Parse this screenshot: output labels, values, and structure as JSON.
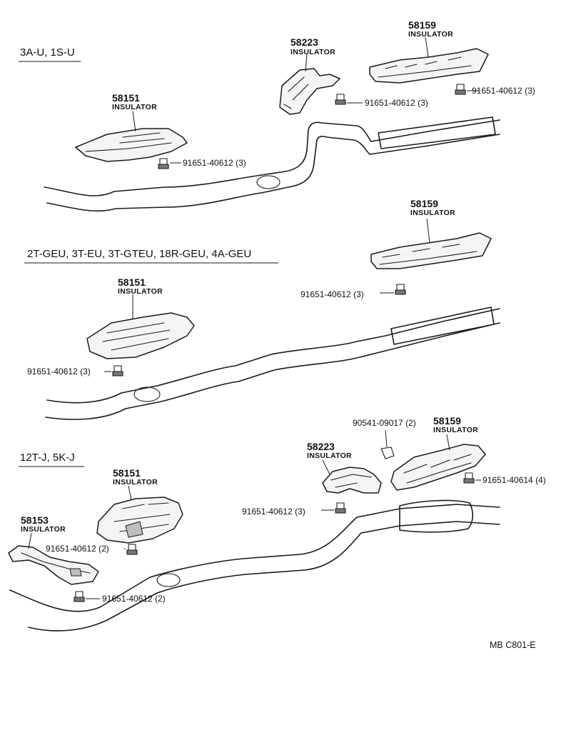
{
  "sections": {
    "s1": {
      "title": "3A-U, 1S-U"
    },
    "s2": {
      "title": "2T-GEU, 3T-EU, 3T-GTEU, 18R-GEU, 4A-GEU"
    },
    "s3": {
      "title": "12T-J, 5K-J"
    }
  },
  "parts": {
    "p1_58223": {
      "number": "58223",
      "name": "INSULATOR"
    },
    "p1_58159": {
      "number": "58159",
      "name": "INSULATOR"
    },
    "p1_58151": {
      "number": "58151",
      "name": "INSULATOR"
    },
    "p2_58159": {
      "number": "58159",
      "name": "INSULATOR"
    },
    "p2_58151": {
      "number": "58151",
      "name": "INSULATOR"
    },
    "p3_58223": {
      "number": "58223",
      "name": "INSULATOR"
    },
    "p3_58159": {
      "number": "58159",
      "name": "INSULATOR"
    },
    "p3_58151": {
      "number": "58151",
      "name": "INSULATOR"
    },
    "p3_58153": {
      "number": "58153",
      "name": "INSULATOR"
    }
  },
  "bolts": {
    "b1a": "91651-40612 (3)",
    "b1b": "91651-40612 (3)",
    "b1c": "91651-40612 (3)",
    "b2a": "91651-40612 (3)",
    "b2b": "91651-40612 (3)",
    "b3a": "90541-09017 (2)",
    "b3b": "91651-40614 (4)",
    "b3c": "91651-40612 (3)",
    "b3d": "91651-40612 (2)",
    "b3e": "91651-40612 (2)"
  },
  "footer": {
    "code": "MB  C801-E"
  }
}
